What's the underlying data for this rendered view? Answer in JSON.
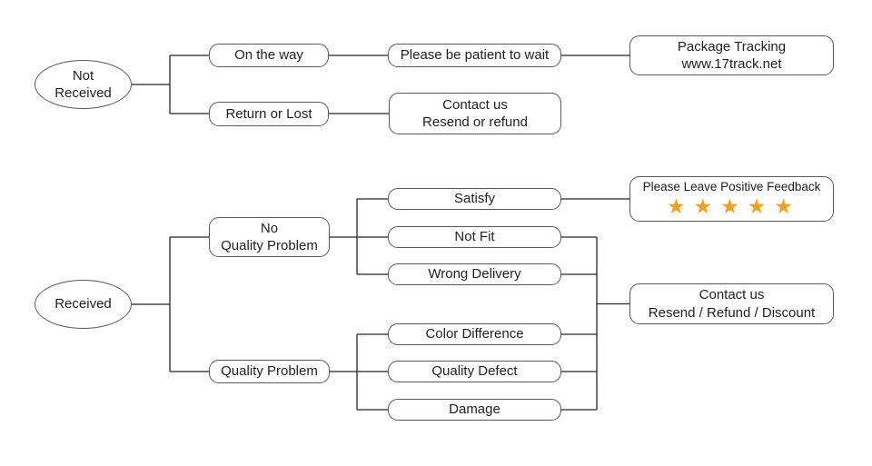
{
  "colors": {
    "star": "#F5A01E",
    "border": "#595959",
    "line": "#262626",
    "text": "#1f1f1f",
    "background": "#ffffff"
  },
  "nodes": {
    "not_received": {
      "label": "Not\nReceived"
    },
    "received": {
      "label": "Received"
    },
    "on_the_way": {
      "label": "On the way"
    },
    "return_or_lost": {
      "label": "Return or Lost"
    },
    "please_be_patient": {
      "label": "Please be patient to wait"
    },
    "contact_us_resend_refund": {
      "label": "Contact us\nResend or refund"
    },
    "package_tracking": {
      "label": "Package Tracking\nwww.17track.net"
    },
    "no_quality_problem": {
      "label": "No\nQuality Problem"
    },
    "quality_problem": {
      "label": "Quality Problem"
    },
    "satisfy": {
      "label": "Satisfy"
    },
    "not_fit": {
      "label": "Not Fit"
    },
    "wrong_delivery": {
      "label": "Wrong Delivery"
    },
    "color_difference": {
      "label": "Color Difference"
    },
    "quality_defect": {
      "label": "Quality Defect"
    },
    "damage": {
      "label": "Damage"
    },
    "positive_feedback": {
      "label": "Please Leave Positive Feedback",
      "stars": "★★★★★"
    },
    "contact_us_resend_refund_discount": {
      "label": "Contact us\nResend / Refund / Discount"
    }
  }
}
